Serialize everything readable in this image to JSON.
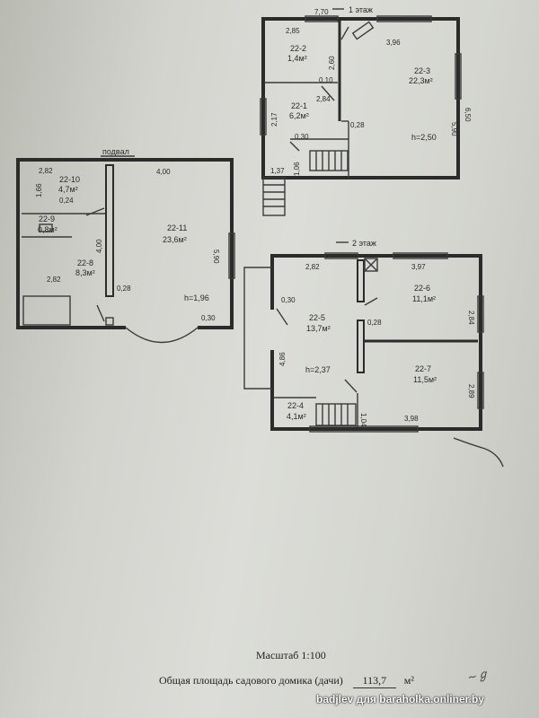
{
  "floors": {
    "floor1": {
      "title": "1 этаж",
      "rooms": [
        {
          "id": "22-2",
          "area": "1,4м²"
        },
        {
          "id": "22-1",
          "area": "6,2м²"
        },
        {
          "id": "22-3",
          "area": "22,3м²"
        }
      ],
      "dims": [
        "7,70",
        "2,85",
        "3,96",
        "2,60",
        "0,10",
        "2,84",
        "2,17",
        "0,28",
        "0,30",
        "1,37",
        "1,06",
        "5,90",
        "6,50"
      ],
      "height": "h=2,50"
    },
    "basement": {
      "title": "подвал",
      "rooms": [
        {
          "id": "22-10",
          "area": "4,7м²"
        },
        {
          "id": "22-9",
          "area": "0,8м²"
        },
        {
          "id": "22-8",
          "area": "8,3м²"
        },
        {
          "id": "22-11",
          "area": "23,6м²"
        }
      ],
      "dims": [
        "2,82",
        "4,00",
        "1,66",
        "0,24",
        "4,00",
        "2,82",
        "0,28",
        "5,90",
        "0,30"
      ],
      "height": "h=1,96"
    },
    "floor2": {
      "title": "2 этаж",
      "rooms": [
        {
          "id": "22-6",
          "area": "11,1м²"
        },
        {
          "id": "22-5",
          "area": "13,7м²"
        },
        {
          "id": "22-7",
          "area": "11,5м²"
        },
        {
          "id": "22-4",
          "area": "4,1м²"
        }
      ],
      "dims": [
        "2,82",
        "3,97",
        "0,30",
        "0,28",
        "2,84",
        "4,86",
        "2,89",
        "1,04",
        "3,98"
      ],
      "height": "h=2,37"
    }
  },
  "footer": {
    "scale": "Масштаб 1:100",
    "area_label": "Общая площадь садового домика (дачи)",
    "area_value": "113,7",
    "area_unit": "м²"
  },
  "watermark": "badjlev для baraholka.onliner.by"
}
